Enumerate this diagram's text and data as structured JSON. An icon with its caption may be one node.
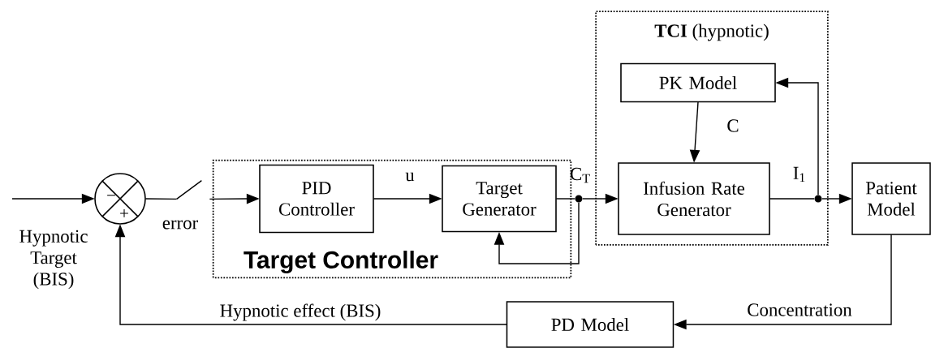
{
  "diagram": {
    "nodes": [
      {
        "text": [
          "Target Controller"
        ]
      },
      {
        "text": [
          "PID Controller"
        ],
        "in": 0
      },
      {
        "text": [
          "Target Generator"
        ],
        "in": 0
      },
      {
        "text": [
          "**TCI** (hypnotic)"
        ]
      },
      {
        "text": [
          "PK Model"
        ],
        "in": 3
      },
      {
        "text": [
          "Infusion Rate Generator"
        ],
        "in": 3
      },
      {
        "text": [
          "Patient Model"
        ]
      },
      {
        "text": [
          "PD Model"
        ]
      },
      {
        "text": [],
        "shape": "circle"
      },
      {
        "text": [],
        "shape": "switch"
      },
      {
        "text": [],
        "shape": "dot"
      },
      {
        "text": [],
        "shape": "dot",
        "in": 3
      }
    ],
    "edges": [
      {
        "from": null,
        "to": 8,
        "arrow": "to"
      },
      {
        "from": 8,
        "to": 9,
        "arrow": "none",
        "label": "error"
      },
      {
        "from": 9,
        "to": 1,
        "arrow": "to"
      },
      {
        "from": 1,
        "to": 2,
        "arrow": "to",
        "label": "u"
      },
      {
        "from": 2,
        "to": 10,
        "arrow": "none"
      },
      {
        "from": 10,
        "to": 5,
        "arrow": "to",
        "label": "C$_{T}$"
      },
      {
        "from": 10,
        "to": 2,
        "arrow": "to"
      },
      {
        "from": 4,
        "to": 5,
        "arrow": "to",
        "label": "C"
      },
      {
        "from": 5,
        "to": 11,
        "arrow": "none",
        "label": "I$_{1}$"
      },
      {
        "from": 11,
        "to": 6,
        "arrow": "to"
      },
      {
        "from": 11,
        "to": 4,
        "arrow": "to"
      },
      {
        "from": 6,
        "to": 7,
        "arrow": "to",
        "label": "Concentration"
      },
      {
        "from": 7,
        "to": 8,
        "arrow": "to",
        "label": "Hypnotic effect (BIS)"
      }
    ],
    "labels": [
      "Hypnotic Target (BIS)",
      "−",
      "+"
    ]
  }
}
